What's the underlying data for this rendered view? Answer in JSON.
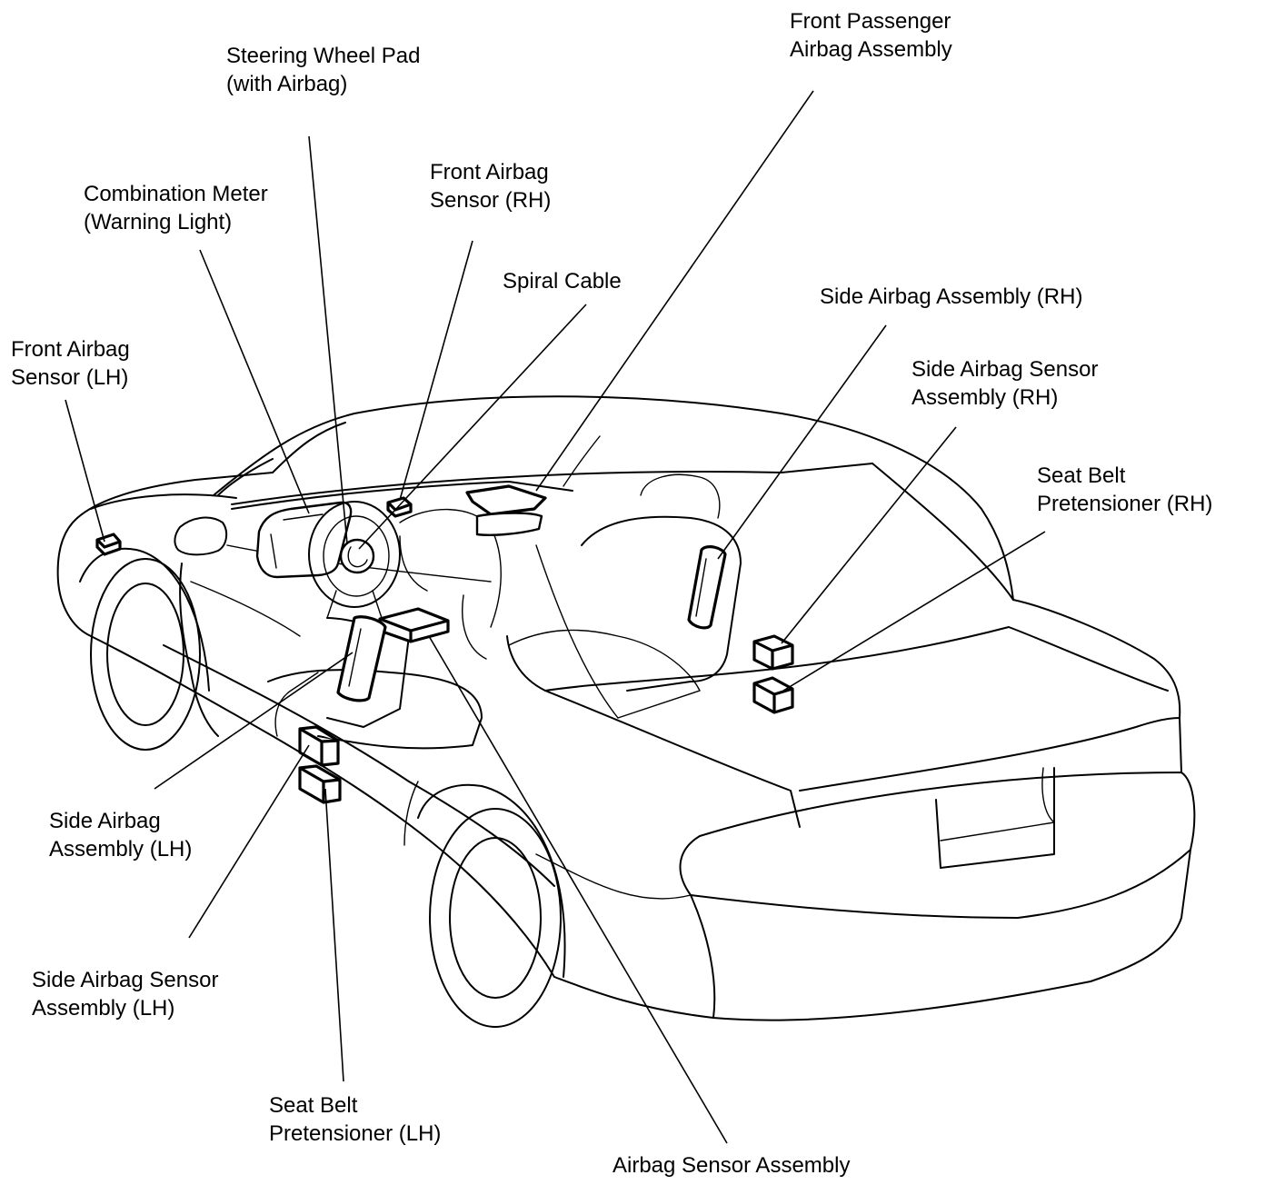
{
  "labels": {
    "front_passenger_airbag": [
      "Front Passenger",
      "Airbag Assembly"
    ],
    "steering_wheel_pad": [
      "Steering Wheel Pad",
      "(with Airbag)"
    ],
    "front_airbag_sensor_rh": [
      "Front Airbag",
      "Sensor (RH)"
    ],
    "combination_meter": [
      "Combination Meter",
      "(Warning Light)"
    ],
    "spiral_cable": [
      "Spiral Cable"
    ],
    "side_airbag_assembly_rh": [
      "Side Airbag Assembly (RH)"
    ],
    "front_airbag_sensor_lh": [
      "Front Airbag",
      "Sensor (LH)"
    ],
    "side_airbag_sensor_rh": [
      "Side Airbag Sensor",
      "Assembly (RH)"
    ],
    "seat_belt_pretensioner_rh": [
      "Seat Belt",
      "Pretensioner (RH)"
    ],
    "side_airbag_assembly_lh": [
      "Side Airbag",
      "Assembly (LH)"
    ],
    "side_airbag_sensor_lh": [
      "Side Airbag Sensor",
      "Assembly (LH)"
    ],
    "seat_belt_pretensioner_lh": [
      "Seat Belt",
      "Pretensioner (LH)"
    ],
    "airbag_sensor_assembly": [
      "Airbag Sensor Assembly"
    ]
  }
}
